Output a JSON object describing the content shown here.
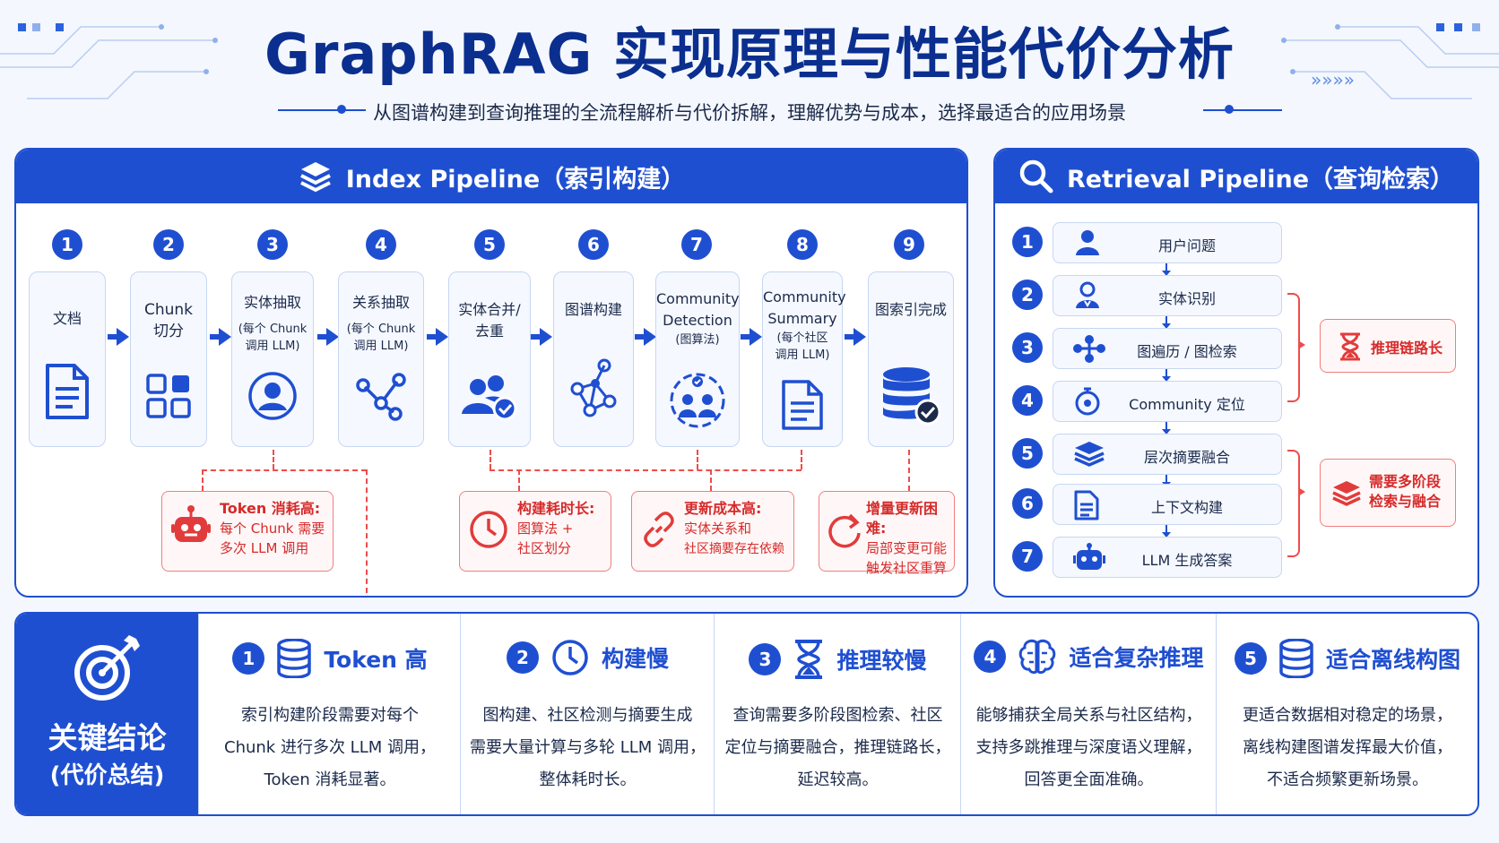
{
  "header": {
    "title": "GraphRAG 实现原理与性能代价分析",
    "subtitle": "从图谱构建到查询推理的全流程解析与代价拆解，理解优势与成本，选择最适合的应用场景"
  },
  "index_pipeline": {
    "title": "Index Pipeline（索引构建）",
    "stages": [
      {
        "num": "1",
        "line1": "文档",
        "line2": "",
        "note": ""
      },
      {
        "num": "2",
        "line1": "Chunk",
        "line2": "切分",
        "note": ""
      },
      {
        "num": "3",
        "line1": "实体抽取",
        "line2": "",
        "note": "(每个 Chunk 调用 LLM)"
      },
      {
        "num": "4",
        "line1": "关系抽取",
        "line2": "",
        "note": "(每个 Chunk 调用 LLM)"
      },
      {
        "num": "5",
        "line1": "实体合并/",
        "line2": "去重",
        "note": ""
      },
      {
        "num": "6",
        "line1": "图谱构建",
        "line2": "",
        "note": ""
      },
      {
        "num": "7",
        "line1": "Community",
        "line2": "Detection",
        "note": "(图算法)"
      },
      {
        "num": "8",
        "line1": "Community",
        "line2": "Summary",
        "note": "(每个社区 调用 LLM)"
      },
      {
        "num": "9",
        "line1": "图索引完成",
        "line2": "",
        "note": ""
      }
    ],
    "costs": [
      {
        "title": "Token 消耗高:",
        "line1": "每个 Chunk 需要",
        "line2": "多次 LLM 调用"
      },
      {
        "title": "构建耗时长:",
        "line1": "图算法 +",
        "line2": "社区划分"
      },
      {
        "title": "更新成本高:",
        "line1": "实体关系和",
        "line2": "社区摘要存在依赖"
      },
      {
        "title": "增量更新困难:",
        "line1": "局部变更可能",
        "line2": "触发社区重算"
      }
    ]
  },
  "retrieval_pipeline": {
    "title": "Retrieval Pipeline（查询检索）",
    "steps": [
      {
        "num": "1",
        "label": "用户问题"
      },
      {
        "num": "2",
        "label": "实体识别"
      },
      {
        "num": "3",
        "label": "图遍历 / 图检索"
      },
      {
        "num": "4",
        "label": "Community 定位"
      },
      {
        "num": "5",
        "label": "层次摘要融合"
      },
      {
        "num": "6",
        "label": "上下文构建"
      },
      {
        "num": "7",
        "label": "LLM 生成答案"
      }
    ],
    "tags": [
      {
        "line1": "推理链路长",
        "line2": ""
      },
      {
        "line1": "需要多阶段",
        "line2": "检索与融合"
      }
    ]
  },
  "conclusion": {
    "title_line1": "关键结论",
    "title_line2": "(代价总结)",
    "items": [
      {
        "num": "1",
        "title": "Token 高",
        "lines": [
          "索引构建阶段需要对每个",
          "Chunk 进行多次 LLM 调用，",
          "Token 消耗显著。"
        ]
      },
      {
        "num": "2",
        "title": "构建慢",
        "lines": [
          "图构建、社区检测与摘要生成",
          "需要大量计算与多轮 LLM 调用，",
          "整体耗时长。"
        ]
      },
      {
        "num": "3",
        "title": "推理较慢",
        "lines": [
          "查询需要多阶段图检索、社区",
          "定位与摘要融合，推理链路长，",
          "延迟较高。"
        ]
      },
      {
        "num": "4",
        "title": "适合复杂推理",
        "lines": [
          "能够捕获全局关系与社区结构，",
          "支持多跳推理与深度语义理解，",
          "回答更全面准确。"
        ]
      },
      {
        "num": "5",
        "title": "适合离线构图",
        "lines": [
          "更适合数据相对稳定的场景，",
          "离线构建图谱发挥最大价值，",
          "不适合频繁更新场景。"
        ]
      }
    ]
  },
  "colors": {
    "primary": "#1f4fd1",
    "alert": "#d62a2a",
    "card": "#f5f8ff"
  }
}
